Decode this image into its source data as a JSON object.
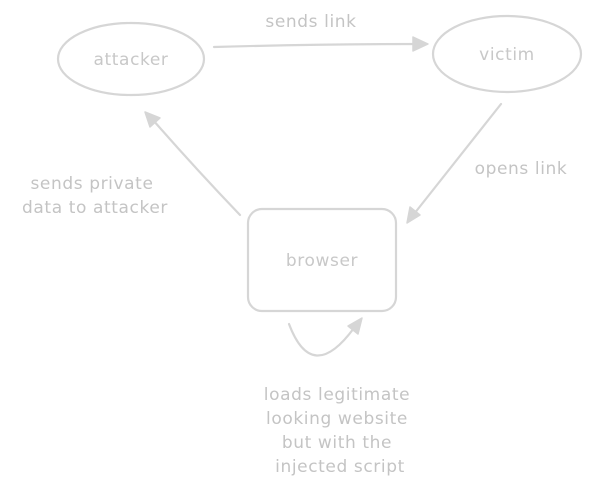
{
  "nodes": {
    "attacker": "attacker",
    "victim": "victim",
    "browser": "browser"
  },
  "edges": {
    "sends_link": "sends link",
    "opens_link": "opens link",
    "sends_private": [
      "sends private",
      "data to attacker"
    ],
    "loads_website": [
      "loads legitimate",
      "looking website",
      "but with the",
      "injected script"
    ]
  }
}
